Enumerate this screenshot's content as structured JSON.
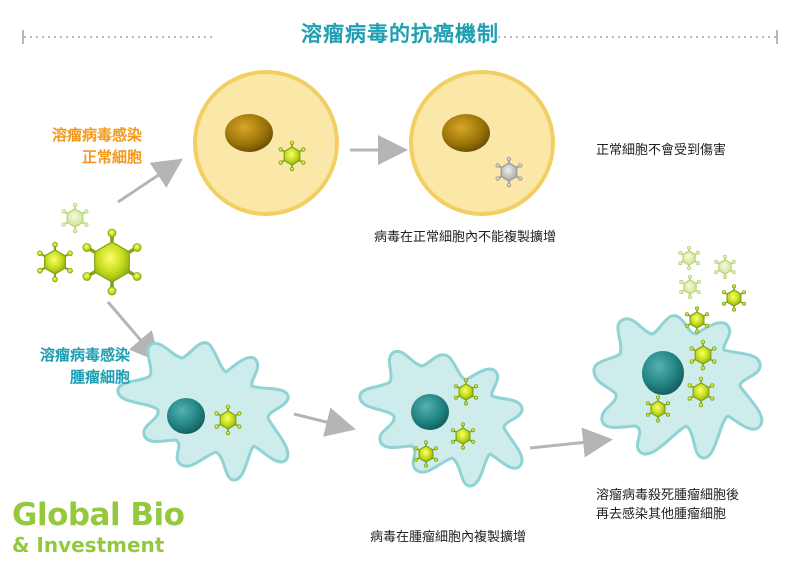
{
  "title": "溶瘤病毒的抗癌機制",
  "colors": {
    "title": "#1f9fb3",
    "orange": "#f39a1e",
    "teal": "#1f9fb3",
    "logo": "#94c83d",
    "arrow": "#b5b5b5",
    "normal_cell_fill": "#fbe7a8",
    "normal_cell_stroke": "#f2cf63",
    "tumor_cell_fill": "#cdeceb",
    "tumor_cell_stroke": "#8fd3d4"
  },
  "labels": {
    "normal_infect": [
      "溶瘤病毒感染",
      "正常細胞"
    ],
    "tumor_infect": [
      "溶瘤病毒感染",
      "腫瘤細胞"
    ],
    "normal_no_replicate": "病毒在正常細胞內不能複製擴增",
    "normal_unharmed": "正常細胞不會受到傷害",
    "tumor_replicate": "病毒在腫瘤細胞內複製擴增",
    "tumor_kill": [
      "溶瘤病毒殺死腫瘤細胞後",
      "再去感染其他腫瘤細胞"
    ]
  },
  "logo": {
    "line1": "Global Bio",
    "line2": "& Investment"
  }
}
